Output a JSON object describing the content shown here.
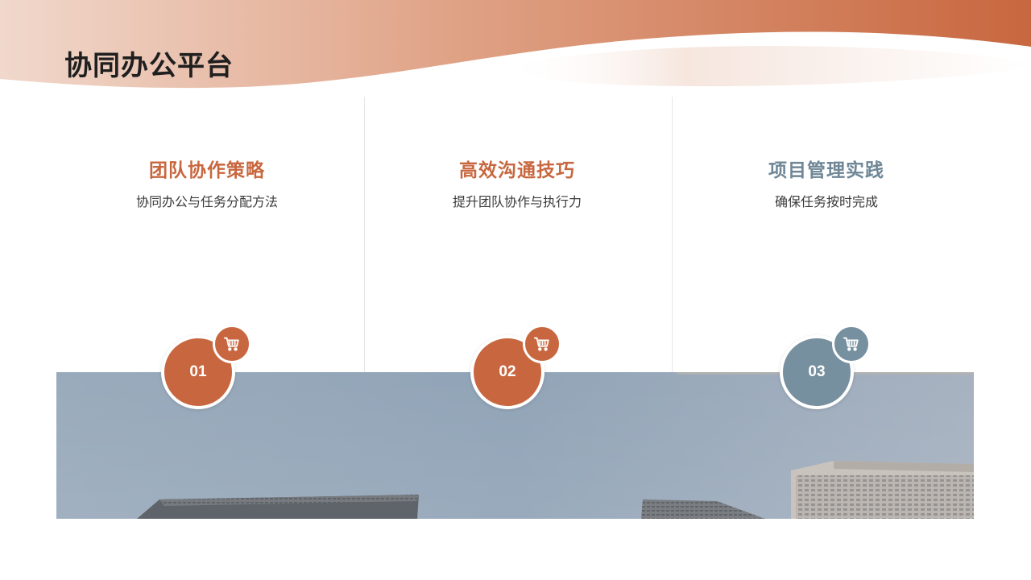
{
  "slide": {
    "title": "协同办公平台"
  },
  "colors": {
    "accent_orange": "#c8673f",
    "accent_slate": "#7690a0",
    "title_slate": "#6f8796"
  },
  "columns": [
    {
      "title": "团队协作策略",
      "subtitle": "协同办公与任务分配方法",
      "number": "01",
      "icon": "cart-icon",
      "color": "#c8673f"
    },
    {
      "title": "高效沟通技巧",
      "subtitle": "提升团队协作与执行力",
      "number": "02",
      "icon": "cart-icon",
      "color": "#c8673f"
    },
    {
      "title": "项目管理实践",
      "subtitle": "确保任务按时完成",
      "number": "03",
      "icon": "cart-icon",
      "color": "#7690a0"
    }
  ]
}
